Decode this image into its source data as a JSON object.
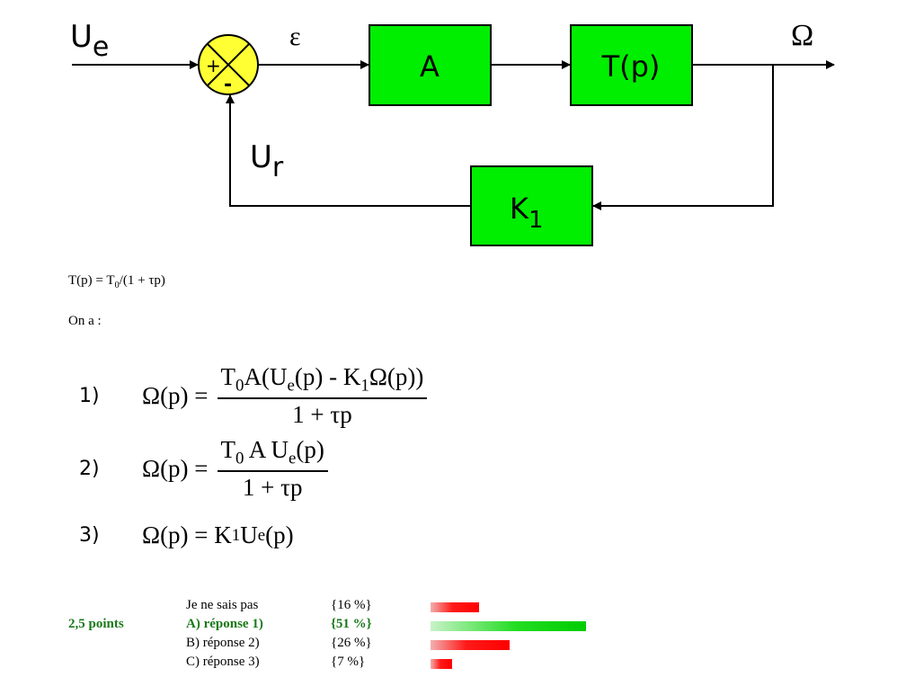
{
  "diagram": {
    "input_label": "U",
    "input_sub": "e",
    "error_label": "ε",
    "plus_sign": "+",
    "minus_sign": "-",
    "block_a": "A",
    "block_t": "T(p)",
    "output_label": "Ω",
    "feedback_label": "U",
    "feedback_sub": "r",
    "block_k": "K",
    "block_k_sub": "1",
    "colors": {
      "block": "#00ee00",
      "summer": "#ffff33"
    }
  },
  "tp_definition": {
    "pre": "T(p) = T",
    "sub": "0",
    "post": "/(1 + τp)"
  },
  "ona": "On a :",
  "equations": [
    {
      "num": "1)",
      "lhs": "Ω(p) =",
      "num_a": "T",
      "num_a_sub": "0",
      "num_b": "A(U",
      "num_b_sub": "e",
      "num_c": "(p) - K",
      "num_c_sub": "1",
      "num_d": "Ω(p))",
      "den": "1 + τp"
    },
    {
      "num": "2)",
      "lhs": "Ω(p) =",
      "num_a": "T",
      "num_a_sub": "0",
      "num_b": " A U",
      "num_b_sub": "e",
      "num_c": "(p)",
      "den": "1 + τp"
    },
    {
      "num": "3)",
      "lhs": "Ω(p) = K",
      "lhs_sub": "1",
      "rhs_a": "U",
      "rhs_sub": "e",
      "rhs_b": "(p)"
    }
  ],
  "results": {
    "points": "2,5 points",
    "answers": [
      {
        "label": "Je ne sais pas",
        "pct": "{16 %}",
        "value": 16,
        "correct": false
      },
      {
        "label": "A) réponse 1)",
        "pct": "{51 %}",
        "value": 51,
        "correct": true
      },
      {
        "label": "B) réponse 2)",
        "pct": "{26 %}",
        "value": 26,
        "correct": false
      },
      {
        "label": "C) réponse 3)",
        "pct": "{7 %}",
        "value": 7,
        "correct": false
      }
    ]
  }
}
